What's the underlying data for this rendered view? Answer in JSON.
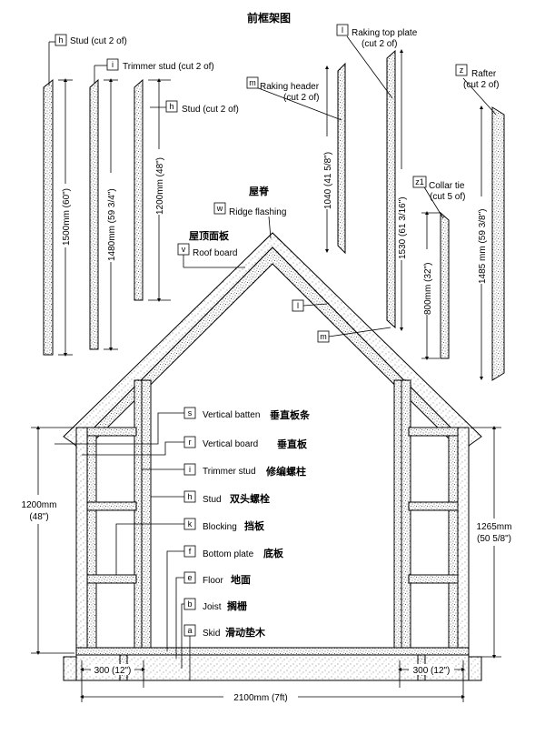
{
  "title": "前框架图",
  "parts": {
    "h_top": {
      "tag": "h",
      "label": "Stud (cut 2 of)",
      "dim": "1500mm (60\")"
    },
    "i_top": {
      "tag": "i",
      "label": "Trimmer stud (cut 2 of)",
      "dim": "1480mm (59 3/4\")"
    },
    "h_mid": {
      "tag": "h",
      "label": "Stud (cut 2 of)",
      "dim": "1200mm (48\")"
    },
    "m": {
      "tag": "m",
      "label_1": "Raking header",
      "label_2": "(cut 2 of)",
      "dim": "1040 (41 5/8\")"
    },
    "l": {
      "tag": "l",
      "label_1": "Raking top plate",
      "label_2": "(cut 2 of)",
      "dim": "1530 (61 3/16\")"
    },
    "z": {
      "tag": "z",
      "label_1": "Rafter",
      "label_2": "(cut 2 of)",
      "dim": "1485 mm (59 3/8\")"
    },
    "z1": {
      "tag": "z1",
      "label_1": "Collar tie",
      "label_2": "(cut 5 of)",
      "dim": "800mm (32\")"
    }
  },
  "roof": {
    "ridge_cn": "屋脊",
    "ridge_tag": "w",
    "ridge_label": "Ridge flashing",
    "board_cn": "屋顶面板",
    "board_tag": "v",
    "board_label": "Roof board",
    "tag_l": "l",
    "tag_m": "m"
  },
  "legend": [
    {
      "tag": "s",
      "en": "Vertical batten",
      "cn": "垂直板条"
    },
    {
      "tag": "r",
      "en": "Vertical board",
      "cn": "垂直板"
    },
    {
      "tag": "i",
      "en": "Trimmer stud",
      "cn": "修编螺柱"
    },
    {
      "tag": "h",
      "en": "Stud",
      "cn": "双头螺栓"
    },
    {
      "tag": "k",
      "en": "Blocking",
      "cn": "挡板"
    },
    {
      "tag": "f",
      "en": "Bottom plate",
      "cn": "底板"
    },
    {
      "tag": "e",
      "en": "Floor",
      "cn": "地面"
    },
    {
      "tag": "b",
      "en": "Joist",
      "cn": "搁栅"
    },
    {
      "tag": "a",
      "en": "Skid",
      "cn": "滑动垫木"
    }
  ],
  "dims": {
    "left_1": "1200mm",
    "left_2": "(48\")",
    "right_1": "1265mm",
    "right_2": "(50 5/8\")",
    "bottom_left": "300 (12\")",
    "bottom_right": "300 (12\")",
    "total": "2100mm (7ft)"
  }
}
